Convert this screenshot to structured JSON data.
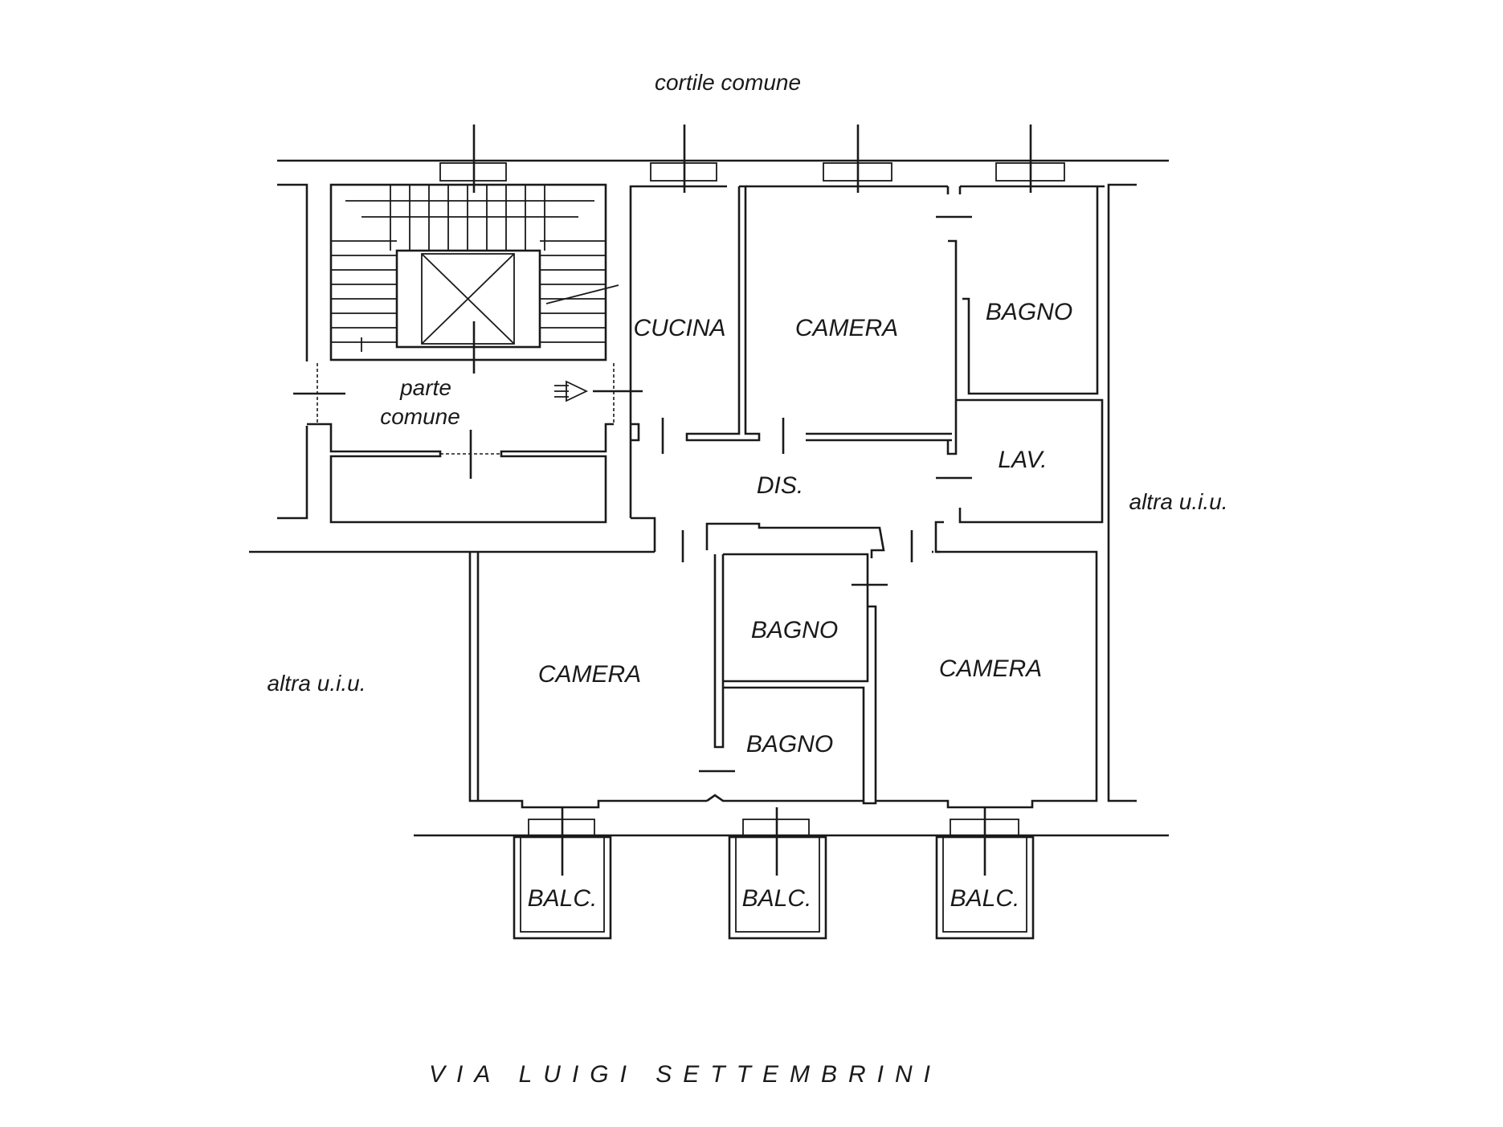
{
  "labels": {
    "courtyard": "cortile comune",
    "common_area_1": "parte",
    "common_area_2": "comune",
    "kitchen": "CUCINA",
    "bedroom_top": "CAMERA",
    "bath_top": "BAGNO",
    "laundry": "LAV.",
    "hallway": "DIS.",
    "other_unit_right": "altra u.i.u.",
    "other_unit_left": "altra u.i.u.",
    "bedroom_left": "CAMERA",
    "bath_mid": "BAGNO",
    "bath_lower": "BAGNO",
    "bedroom_right": "CAMERA",
    "balcony_1": "BALC.",
    "balcony_2": "BALC.",
    "balcony_3": "BALC.",
    "street": "VIA LUIGI SETTEMBRINI"
  }
}
